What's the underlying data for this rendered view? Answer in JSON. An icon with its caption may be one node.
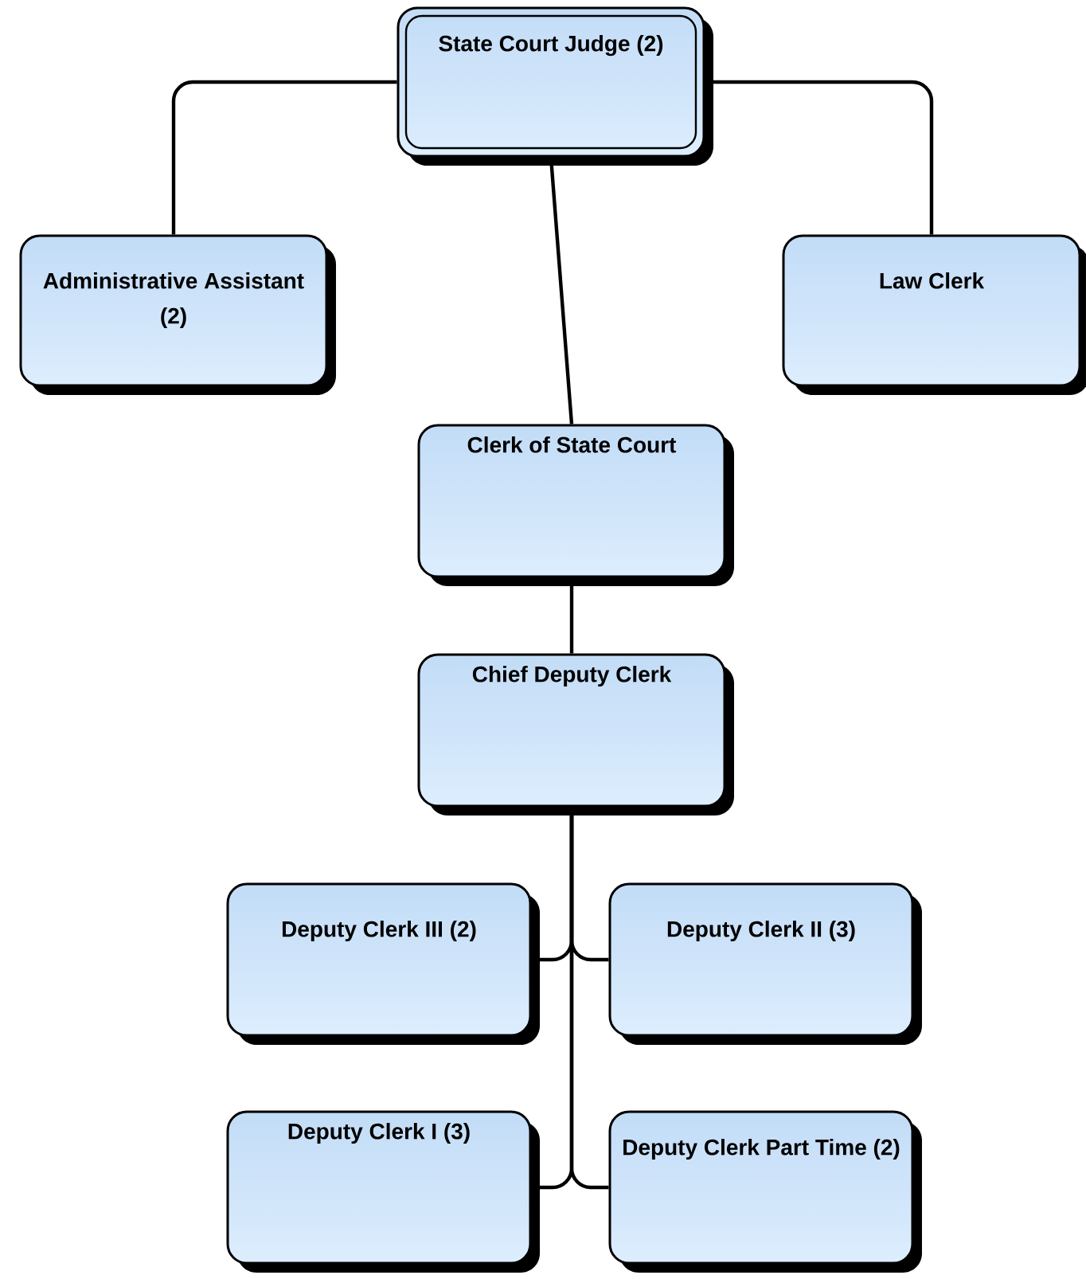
{
  "diagram": {
    "nodes": [
      {
        "text": [
          "State Court Judge (2)"
        ]
      },
      {
        "text": [
          "Administrative Assistant (2)"
        ]
      },
      {
        "text": [
          "Law Clerk"
        ]
      },
      {
        "text": [
          "Clerk of State Court"
        ]
      },
      {
        "text": [
          "Chief Deputy Clerk"
        ]
      },
      {
        "text": [
          "Deputy Clerk III (2)"
        ]
      },
      {
        "text": [
          "Deputy Clerk II (3)"
        ]
      },
      {
        "text": [
          "Deputy Clerk I (3)"
        ]
      },
      {
        "text": [
          "Deputy Clerk Part Time (2)"
        ]
      }
    ],
    "edges": [
      {
        "from": 0,
        "to": 1,
        "arrow": "none"
      },
      {
        "from": 0,
        "to": 2,
        "arrow": "none"
      },
      {
        "from": 0,
        "to": 3,
        "arrow": "none"
      },
      {
        "from": 3,
        "to": 4,
        "arrow": "none"
      },
      {
        "from": 4,
        "to": 5,
        "arrow": "none"
      },
      {
        "from": 4,
        "to": 6,
        "arrow": "none"
      },
      {
        "from": 4,
        "to": 7,
        "arrow": "none"
      },
      {
        "from": 4,
        "to": 8,
        "arrow": "none"
      }
    ]
  }
}
